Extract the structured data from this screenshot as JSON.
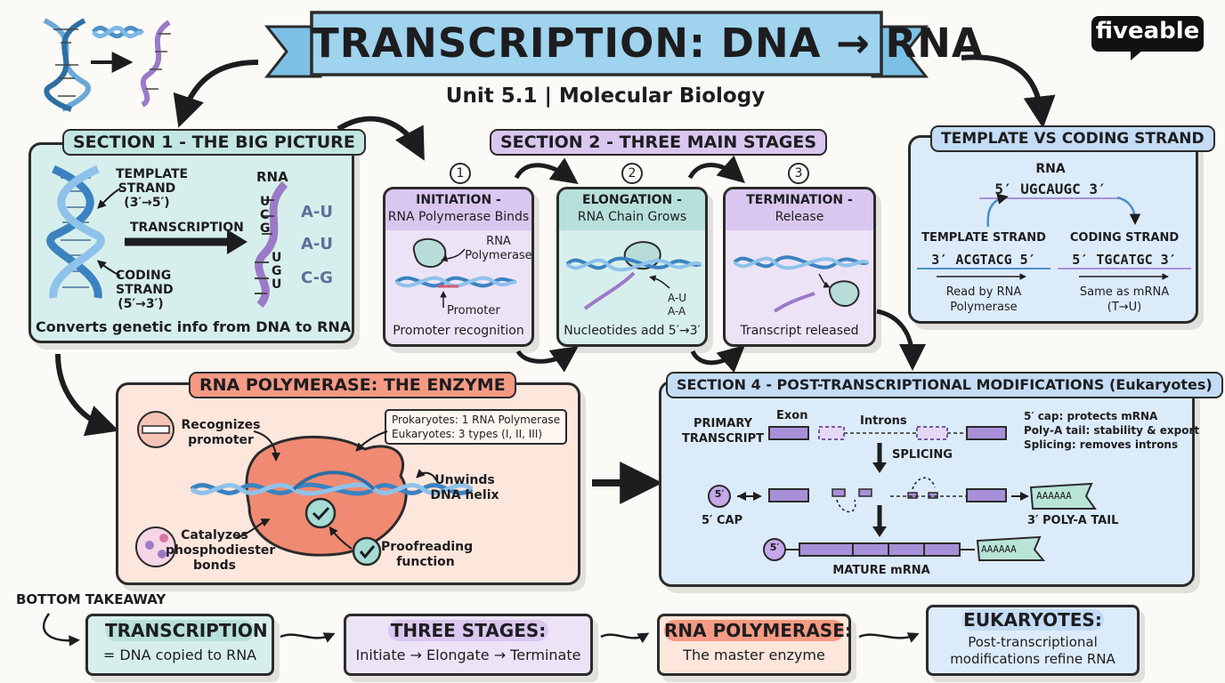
{
  "header": {
    "title": "TRANSCRIPTION: DNA → RNA",
    "subtitle": "Unit 5.1 | Molecular Biology",
    "logo_text": "fiveable"
  },
  "section1": {
    "heading": "SECTION 1 - THE BIG PICTURE",
    "template_strand": [
      "TEMPLATE",
      "STRAND",
      "(3′→5′)"
    ],
    "coding_strand": [
      "CODING",
      "STRAND",
      "(5′→3′)"
    ],
    "transcription_label": "TRANSCRIPTION",
    "rna_label": "RNA",
    "rna_bases_top": [
      "U",
      "C",
      "G"
    ],
    "rna_bases_bottom": [
      "U",
      "G",
      "U"
    ],
    "pairs": [
      "A-U",
      "A-U",
      "C-G"
    ],
    "caption": "Converts genetic info from DNA to RNA"
  },
  "section2": {
    "heading": "SECTION 2 - THREE MAIN STAGES",
    "stages": [
      {
        "number": "1",
        "title": [
          "INITIATION -",
          "RNA Polymerase Binds"
        ],
        "labels": [
          "RNA",
          "Polymerase",
          "Promoter"
        ],
        "caption": "Promoter recognition"
      },
      {
        "number": "2",
        "title": [
          "ELONGATION -",
          "RNA Chain Grows"
        ],
        "labels": [
          "A-U",
          "A-A"
        ],
        "caption": "Nucleotides add 5′→3′"
      },
      {
        "number": "3",
        "title": [
          "TERMINATION -",
          "Release"
        ],
        "caption": "Transcript released"
      }
    ]
  },
  "template_vs_coding": {
    "heading": "TEMPLATE VS CODING STRAND",
    "rna_label": "RNA",
    "rna_seq": "5′ UGCAUGC 3′",
    "template_label": "TEMPLATE STRAND",
    "template_seq": "3′ ACGTACG 5′",
    "template_note": [
      "Read by RNA",
      "Polymerase"
    ],
    "coding_label": "CODING STRAND",
    "coding_seq": "5′ TGCATGC 3′",
    "coding_note": [
      "Same as mRNA",
      "(T→U)"
    ]
  },
  "polymerase": {
    "heading": "RNA POLYMERASE: THE ENZYME",
    "types": [
      "Prokaryotes: 1 RNA Polymerase",
      "Eukaryotes: 3 types (I, II, III)"
    ],
    "recognizes": [
      "Recognizes",
      "promoter"
    ],
    "unwinds": [
      "Unwinds",
      "DNA helix"
    ],
    "catalyzes": [
      "Catalyzes",
      "phosphodiester",
      "bonds"
    ],
    "proofreading": [
      "Proofreading",
      "function"
    ]
  },
  "section4": {
    "heading": "SECTION 4 - POST-TRANSCRIPTIONAL MODIFICATIONS (Eukaryotes)",
    "primary_transcript": [
      "PRIMARY",
      "TRANSCRIPT"
    ],
    "exon_label": "Exon",
    "introns_label": "Introns",
    "notes": [
      "5′ cap: protects mRNA",
      "Poly-A tail: stability & export",
      "Splicing: removes introns"
    ],
    "splicing_label": "SPLICING",
    "cap_symbol": "5′",
    "cap_label": "5′ CAP",
    "polya_seq": "AAAAAA",
    "polya_label": "3′ POLY-A TAIL",
    "mature_label": "MATURE mRNA"
  },
  "takeaway": {
    "label": "BOTTOM TAKEAWAY",
    "boxes": [
      {
        "title": "TRANSCRIPTION",
        "text": [
          "= DNA copied to RNA"
        ]
      },
      {
        "title": "THREE STAGES:",
        "text": [
          "Initiate → Elongate → Terminate"
        ]
      },
      {
        "title": "RNA POLYMERASE:",
        "text": [
          "The master enzyme"
        ]
      },
      {
        "title": "EUKARYOTES:",
        "text": [
          "Post-transcriptional",
          "modifications refine RNA"
        ]
      }
    ]
  },
  "colors": {
    "teal": "#d7efec",
    "teal_head": "#c2e6e1",
    "purple": "#e9def6",
    "purple_head": "#d9c7f0",
    "blue": "#dcebfa",
    "blue_head": "#c4dcf5",
    "salmon": "#fde6dc",
    "salmon_head": "#f69a84",
    "enzyme": "#f08a72"
  }
}
